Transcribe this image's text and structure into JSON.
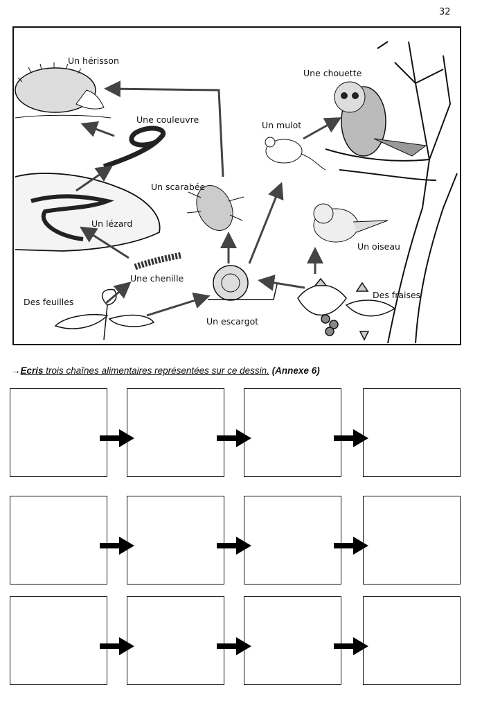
{
  "page_number": "32",
  "illustration": {
    "labels": {
      "herisson": "Un hérisson",
      "chouette": "Une chouette",
      "couleuvre": "Une couleuvre",
      "mulot": "Un mulot",
      "scarabee": "Un scarabée",
      "lezard": "Un lézard",
      "oiseau": "Un oiseau",
      "chenille": "Une chenille",
      "feuilles": "Des feuilles",
      "fraises": "Des fraises",
      "escargot": "Un escargot"
    }
  },
  "instruction": {
    "arrow": "→",
    "verb": "Ecris",
    "text": " trois chaînes alimentaires représentées sur ce dessin.",
    "reference": " (Annexe 6)"
  },
  "answer_grid": {
    "rows": 3,
    "boxes_per_row": 4
  }
}
